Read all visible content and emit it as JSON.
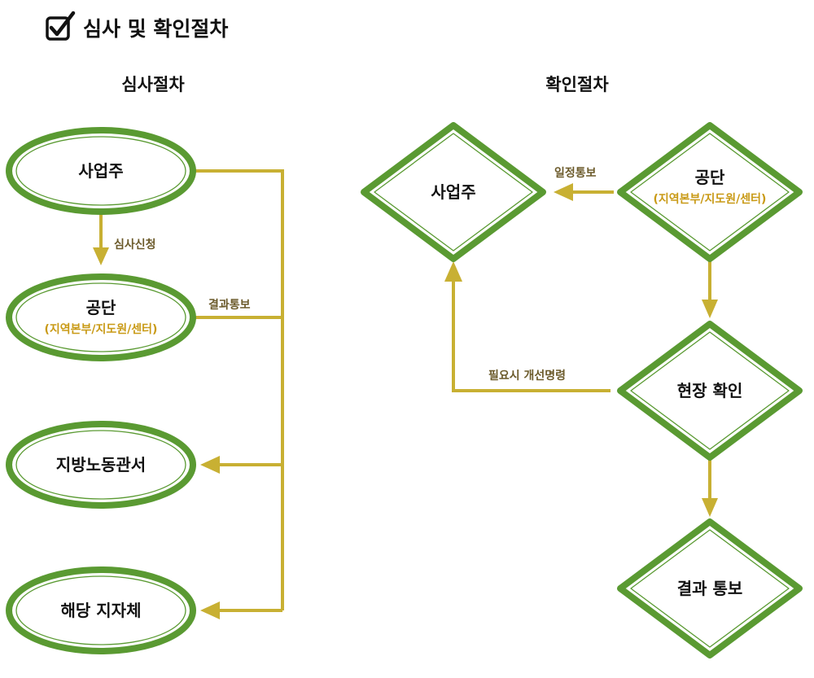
{
  "header": {
    "title": "심사 및 확인절차",
    "icon": "checkbox-checked-icon"
  },
  "review": {
    "title": "심사절차",
    "nodes": {
      "employer": "사업주",
      "agency": "공단",
      "agency_sub": "(지역본부/지도원/센터)",
      "labor_office": "지방노동관서",
      "local_gov": "해당 지자체"
    },
    "edges": {
      "apply": "심사신청",
      "notify": "결과통보"
    }
  },
  "check": {
    "title": "확인절차",
    "nodes": {
      "employer": "사업주",
      "agency": "공단",
      "agency_sub": "(지역본부/지도원/센터)",
      "site_check": "현장 확인",
      "result": "결과 통보"
    },
    "edges": {
      "schedule": "일정통보",
      "order": "필요시 개선명령"
    }
  },
  "colors": {
    "node_border": "#5a9a32",
    "connector": "#c8b033",
    "sub_label": "#c99a16",
    "edge_label": "#6b5a2a"
  }
}
